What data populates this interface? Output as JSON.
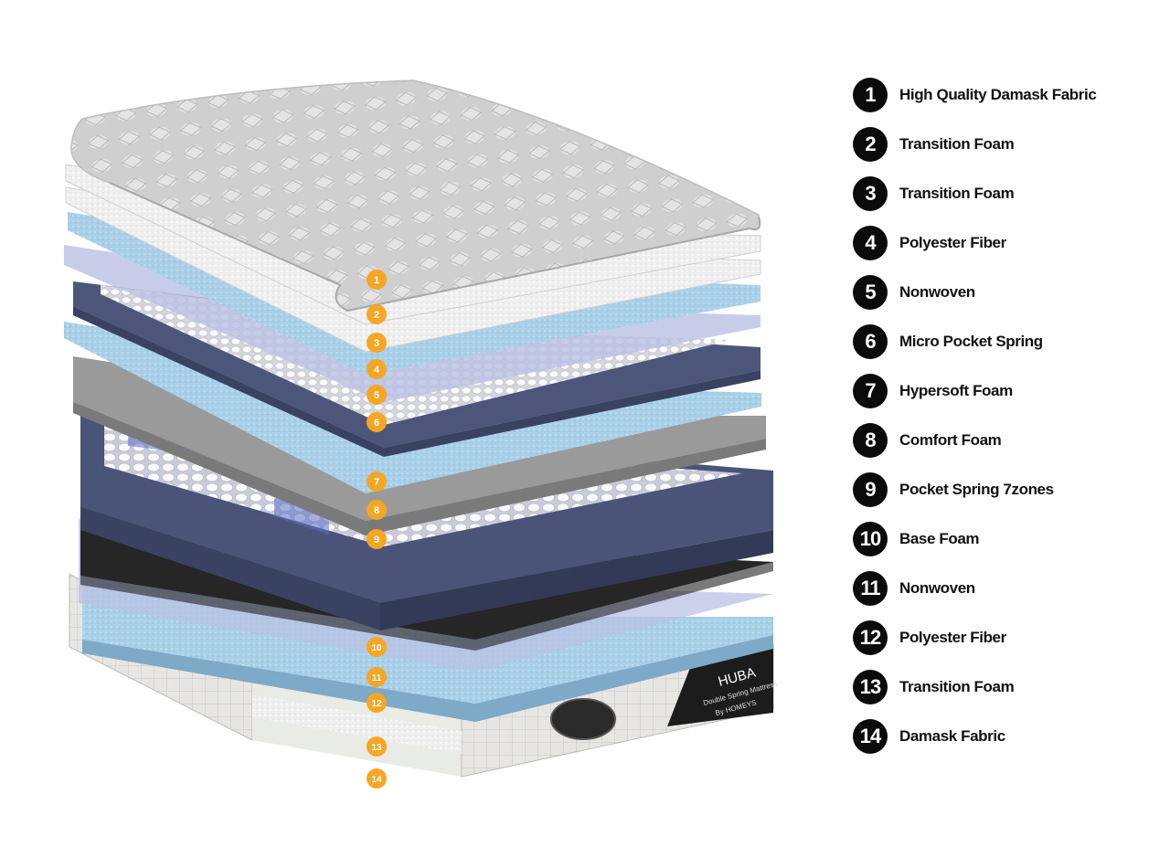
{
  "diagram": {
    "layers": [
      {
        "number": "1",
        "label": "High Quality Damask Fabric"
      },
      {
        "number": "2",
        "label": "Transition Foam"
      },
      {
        "number": "3",
        "label": "Transition Foam"
      },
      {
        "number": "4",
        "label": "Polyester Fiber"
      },
      {
        "number": "5",
        "label": "Nonwoven"
      },
      {
        "number": "6",
        "label": "Micro Pocket Spring"
      },
      {
        "number": "7",
        "label": "Hypersoft Foam"
      },
      {
        "number": "8",
        "label": "Comfort Foam"
      },
      {
        "number": "9",
        "label": "Pocket Spring 7zones"
      },
      {
        "number": "10",
        "label": "Base Foam"
      },
      {
        "number": "11",
        "label": "Nonwoven"
      },
      {
        "number": "12",
        "label": "Polyester Fiber"
      },
      {
        "number": "13",
        "label": "Transition Foam"
      },
      {
        "number": "14",
        "label": "Damask Fabric"
      }
    ],
    "brand_label": {
      "name": "HUBA",
      "line1": "Double Spring Mattress",
      "line2": "By HOMEYS"
    },
    "colors": {
      "marker": "#F5A623",
      "legend_circle": "#0B0B0B",
      "foam_blue": "#9FC9E4",
      "spring_frame": "#4A5478",
      "base_foam": "#2B2B2B",
      "fabric": "#D9D9D9"
    }
  }
}
